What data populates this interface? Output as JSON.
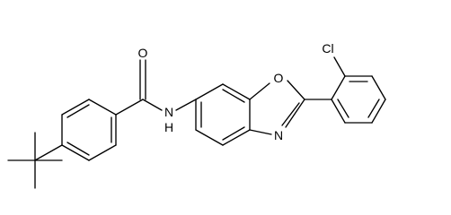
{
  "molecule": {
    "atoms": {
      "oxygen_carbonyl": "O",
      "nitrogen_amide": "N",
      "hydrogen_amide": "H",
      "oxygen_ring": "O",
      "nitrogen_ring": "N",
      "chlorine": "Cl"
    }
  },
  "colors": {
    "stroke": "#000000",
    "background": "#ffffff"
  }
}
